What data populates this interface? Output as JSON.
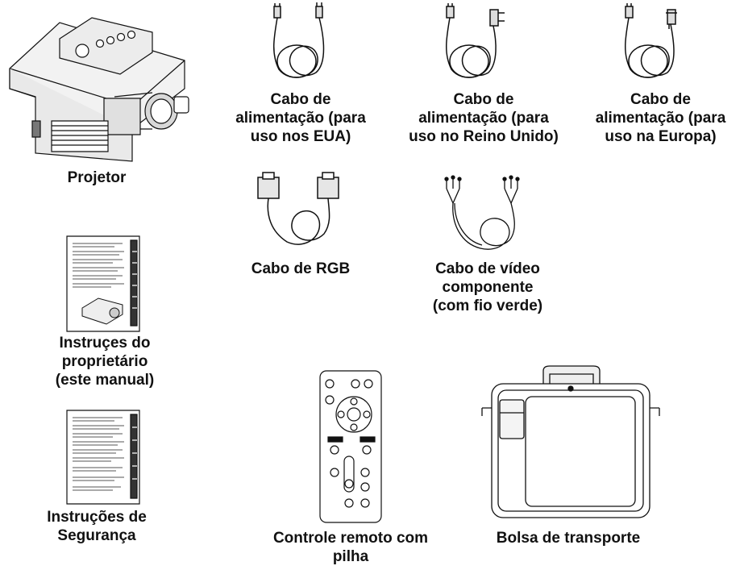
{
  "items": {
    "projector": {
      "caption": "Projetor"
    },
    "power_cord_us": {
      "caption": "Cabo de\nalimentação (para\nuso nos EUA)"
    },
    "power_cord_uk": {
      "caption": "Cabo de\nalimentação (para\nuso no Reino Unido)"
    },
    "power_cord_eu": {
      "caption": "Cabo de\nalimentação (para\nuso na Europa)"
    },
    "rgb_cable": {
      "caption": "Cabo de RGB"
    },
    "component_video_cable": {
      "caption": "Cabo de vídeo\ncomponente\n(com fio verde)"
    },
    "owner_manual": {
      "caption": "Instruçes do\nproprietário\n(este manual)"
    },
    "safety_instructions": {
      "caption": "Instruções de\nSegurança"
    },
    "remote_control": {
      "caption": "Controle remoto com\npilha"
    },
    "carrying_bag": {
      "caption": "Bolsa de transporte"
    }
  }
}
